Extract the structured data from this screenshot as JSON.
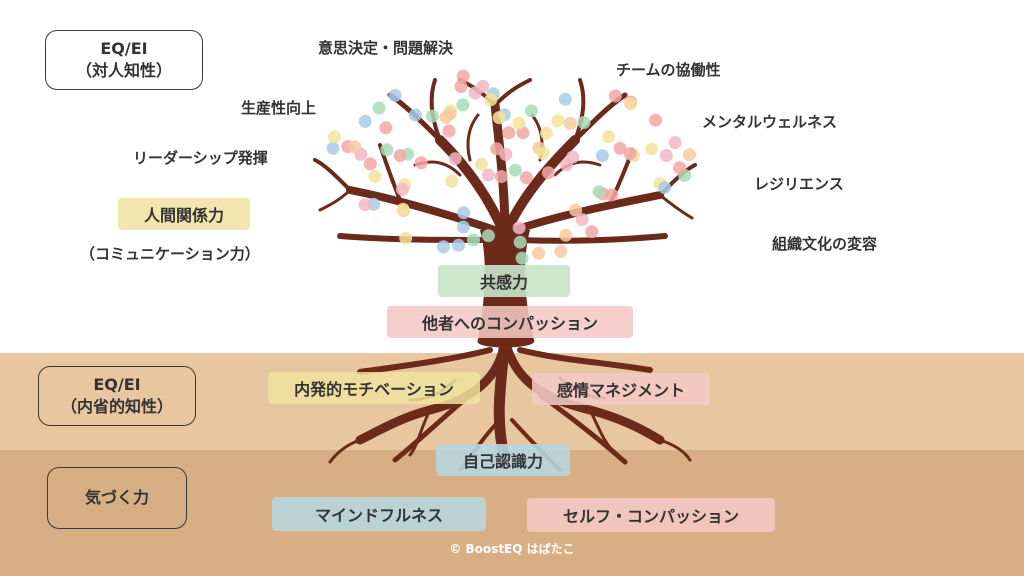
{
  "colors": {
    "trunk": "#6b2a1a",
    "band_mid": "#e8c6a0",
    "band_low": "#d8ae85",
    "tag_yellow": "#f0e2a0",
    "tag_green": "#c8e4c8",
    "tag_pink": "#f2c8c4",
    "tag_blue": "#b8d6de"
  },
  "boxes": {
    "interpersonal": {
      "line1": "EQ/EI",
      "line2": "（対人知性）"
    },
    "intrapersonal": {
      "line1": "EQ/EI",
      "line2": "（内省的知性）"
    },
    "awareness": {
      "line1": "気づく力"
    }
  },
  "canopy_outcomes": {
    "decision": "意思決定・問題解決",
    "teamwork": "チームの協働性",
    "productivity": "生産性向上",
    "wellness": "メンタルウェルネス",
    "leadership": "リーダーシップ発揮",
    "resilience": "レジリエンス",
    "relationships": "人間関係力",
    "communication": "（コミュニケーション力）",
    "culture": "組織文化の変容"
  },
  "trunk_skills": {
    "empathy": "共感力",
    "compassion": "他者へのコンパッション"
  },
  "root_skills": {
    "motivation": "内発的モチベーション",
    "emotion_mgmt": "感情マネジメント",
    "self_awareness": "自己認識力"
  },
  "foundation": {
    "mindfulness": "マインドフルネス",
    "self_compassion": "セルフ・コンパッション"
  },
  "copyright": "© BoostEQ はぱたこ"
}
